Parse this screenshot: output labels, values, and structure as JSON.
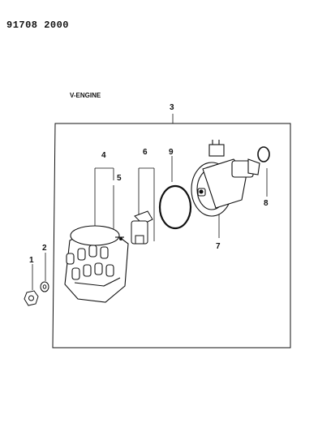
{
  "header": {
    "doc_number": "91708 2000"
  },
  "diagram": {
    "engine_label": "V-ENGINE",
    "callouts": {
      "c1": "1",
      "c2": "2",
      "c3": "3",
      "c4": "4",
      "c5": "5",
      "c6": "6",
      "c7": "7",
      "c8": "8",
      "c9": "9"
    }
  }
}
